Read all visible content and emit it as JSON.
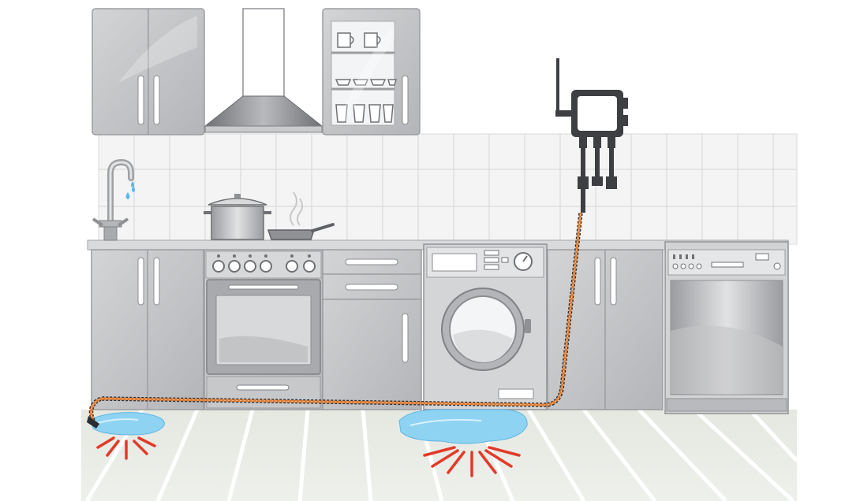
{
  "scene": {
    "background": "#ffffff",
    "floor_color": "#e9ece6",
    "tile_color": "#ffffff",
    "cabinet_color": "#c2c3c5",
    "cabinet_dark": "#a9aaad",
    "cabinet_light": "#d7d8da",
    "steel_color": "#8f9194",
    "sensor_color": "#3d3f42",
    "cable_color": "#e07a2e",
    "water_color": "#8fd3f2",
    "alert_color": "#e23a2a"
  },
  "elements": {
    "wall_cabinet_left": "cabinet",
    "range_hood": "hood",
    "glass_cabinet": "cabinet",
    "faucet": "faucet-icon",
    "pot": "pot-icon",
    "pan": "pan-icon",
    "oven": "oven",
    "washing_machine": "washer",
    "dishwasher": "dishwasher",
    "leak_sensor_hub": "sensor-icon",
    "sensing_cable": "cable",
    "water_puddles": [
      "puddle-left",
      "puddle-center"
    ],
    "leak_alerts": [
      "alert-left",
      "alert-center"
    ]
  }
}
